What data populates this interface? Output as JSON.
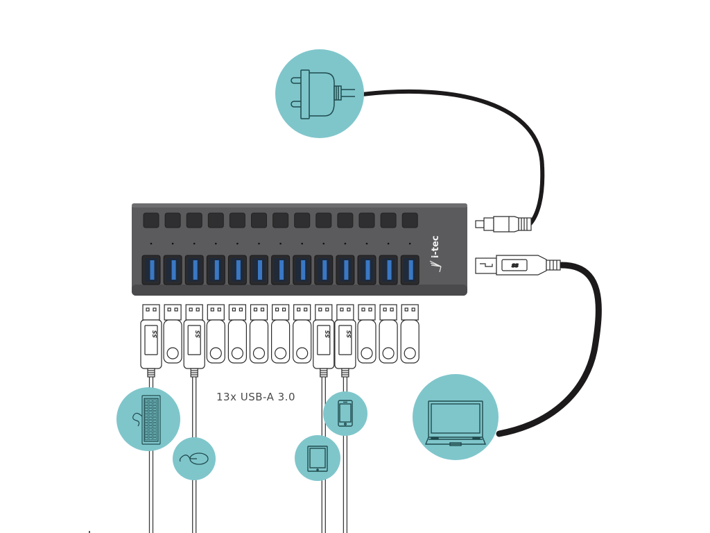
{
  "diagram": {
    "title": "13x USB-A 3.0",
    "brand": "i-tec",
    "usb_logo_text": "SS",
    "colors": {
      "accent_circle": "#7fc6cb",
      "hub_body": "#5b5b5d",
      "hub_body_edge": "#3f3f41",
      "port_blue": "#3a78c4",
      "switch_button": "#2f2f31",
      "cable": "#1c1a1a",
      "outline": "#2a2a2a"
    },
    "hub": {
      "name": "13-port USB 3.0 hub",
      "port_count": 13,
      "switch_count": 13,
      "led_count": 13
    },
    "connectors": {
      "power_input": "DC power jack",
      "upstream": "USB-B 3.0 (SS)",
      "downstream_cables": 4,
      "flash_drives": 9
    },
    "devices": [
      {
        "id": "power-adapter",
        "label": "Power adapter"
      },
      {
        "id": "laptop",
        "label": "Laptop"
      },
      {
        "id": "keyboard",
        "label": "Keyboard"
      },
      {
        "id": "mouse",
        "label": "Mouse"
      },
      {
        "id": "tablet",
        "label": "Tablet"
      },
      {
        "id": "smartphone",
        "label": "Smartphone"
      }
    ],
    "port_connections": [
      "usb-cable",
      "flash-drive",
      "usb-cable",
      "flash-drive",
      "flash-drive",
      "flash-drive",
      "flash-drive",
      "flash-drive",
      "usb-cable",
      "usb-cable",
      "flash-drive",
      "flash-drive",
      "flash-drive"
    ]
  }
}
